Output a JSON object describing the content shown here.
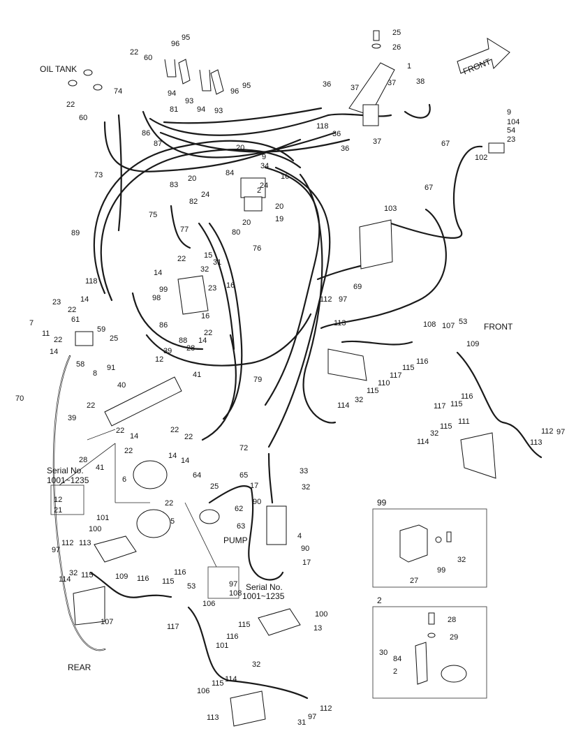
{
  "labels": {
    "oil_tank": "OIL TANK",
    "front_arrow": "FRONT",
    "front_right": "FRONT",
    "rear": "REAR",
    "pump": "PUMP",
    "serial_left_1": "Serial No.",
    "serial_left_2": "1001~1235",
    "serial_center_1": "Serial No.",
    "serial_center_2": "1001~1235",
    "detail_99": "99",
    "detail_2": "2"
  },
  "callouts": [
    "25",
    "26",
    "1",
    "95",
    "96",
    "95",
    "96",
    "22",
    "60",
    "94",
    "93",
    "94",
    "93",
    "22",
    "60",
    "74",
    "81",
    "86",
    "87",
    "36",
    "37",
    "37",
    "38",
    "118",
    "36",
    "37",
    "36",
    "9",
    "104",
    "54",
    "23",
    "67",
    "102",
    "20",
    "9",
    "34",
    "84",
    "24",
    "16",
    "2",
    "83",
    "20",
    "24",
    "82",
    "20",
    "19",
    "80",
    "20",
    "75",
    "77",
    "76",
    "103",
    "67",
    "73",
    "89",
    "15",
    "22",
    "31",
    "32",
    "14",
    "99",
    "16",
    "23",
    "98",
    "16",
    "22",
    "14",
    "88",
    "86",
    "69",
    "112",
    "97",
    "113",
    "118",
    "14",
    "23",
    "22",
    "7",
    "61",
    "59",
    "11",
    "22",
    "14",
    "58",
    "25",
    "91",
    "8",
    "39",
    "12",
    "28",
    "41",
    "40",
    "79",
    "22",
    "39",
    "22",
    "14",
    "22",
    "22",
    "14",
    "14",
    "28",
    "41",
    "72",
    "108",
    "107",
    "53",
    "116",
    "109",
    "115",
    "117",
    "110",
    "114",
    "32",
    "115",
    "117",
    "115",
    "116",
    "111",
    "114",
    "32",
    "115",
    "112",
    "97",
    "113",
    "70",
    "22",
    "6",
    "22",
    "5",
    "12",
    "21",
    "101",
    "100",
    "64",
    "25",
    "65",
    "62",
    "63",
    "17",
    "32",
    "33",
    "90",
    "4",
    "90",
    "17",
    "112",
    "113",
    "97",
    "32",
    "115",
    "114",
    "109",
    "116",
    "115",
    "116",
    "53",
    "106",
    "107",
    "117",
    "115",
    "116",
    "101",
    "100",
    "13",
    "97",
    "108",
    "32",
    "115",
    "114",
    "106",
    "113",
    "112",
    "97",
    "31",
    "32",
    "99",
    "27",
    "28",
    "29",
    "30",
    "84",
    "2"
  ]
}
